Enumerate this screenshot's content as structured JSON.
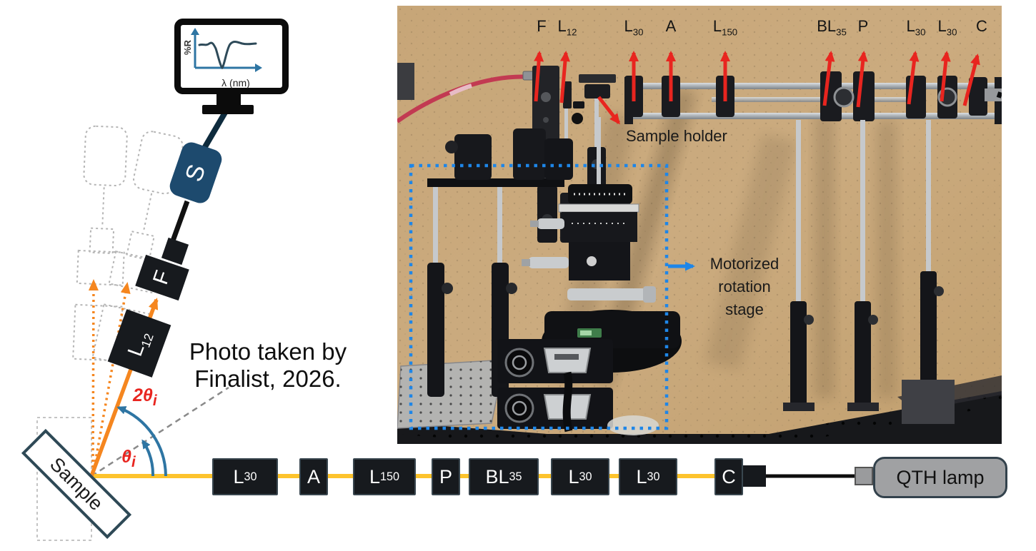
{
  "figure": {
    "caption": {
      "line1": "Photo taken by",
      "line2": "Finalist, 2026."
    }
  },
  "schematic": {
    "monitor": {
      "ylabel": "%R",
      "xlabel": "λ (nm)"
    },
    "spectrometer_label": {
      "base": "S"
    },
    "fiber_label": {
      "base": "F"
    },
    "collection_lens_label": {
      "base": "L",
      "sub": "12"
    },
    "sample_label": "Sample",
    "angles": {
      "two_theta": {
        "base": "2θ",
        "sub": "i"
      },
      "theta": {
        "base": "θ",
        "sub": "i"
      }
    },
    "beam_components": [
      {
        "base": "L",
        "sub": "30"
      },
      {
        "base": "A"
      },
      {
        "base": "L",
        "sub": "150"
      },
      {
        "base": "P"
      },
      {
        "base": "BL",
        "sub": "35"
      },
      {
        "base": "L",
        "sub": "30"
      },
      {
        "base": "L",
        "sub": "30"
      },
      {
        "base": "C"
      }
    ],
    "lamp_label": "QTH lamp"
  },
  "photo": {
    "component_labels": [
      {
        "base": "F"
      },
      {
        "base": "L",
        "sub": "12"
      },
      {
        "base": "L",
        "sub": "30"
      },
      {
        "base": "A"
      },
      {
        "base": "L",
        "sub": "150"
      },
      {
        "base": "BL",
        "sub": "35"
      },
      {
        "base": "P"
      },
      {
        "base": "L",
        "sub": "30"
      },
      {
        "base": "L",
        "sub": "30"
      },
      {
        "base": "C"
      }
    ],
    "sample_holder_label": "Sample holder",
    "rotation_stage_label": {
      "line1": "Motorized",
      "line2": "rotation",
      "line3": "stage"
    }
  },
  "colors": {
    "beam_yellow": "#FDC32C",
    "beam_orange": "#F5861F",
    "arc_blue": "#2E75A3",
    "spectrometer_blue": "#1D4A6E",
    "component_black": "#171A1E",
    "annotation_red": "#E8251F",
    "overlay_blue": "#1E86E8",
    "lamp_gray": "#A0A1A3",
    "cork_tan": "#C9A878"
  }
}
